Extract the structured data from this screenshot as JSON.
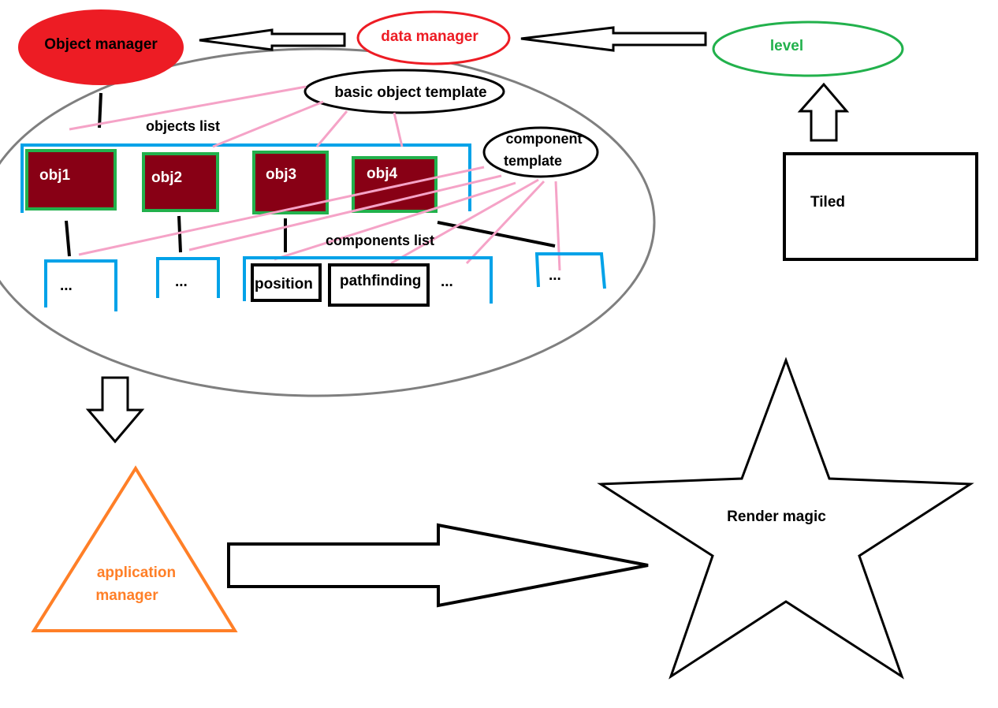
{
  "labels": {
    "object_manager": "Object manager",
    "data_manager": "data manager",
    "level": "level",
    "basic_object_template": "basic object template",
    "objects_list": "objects list",
    "component_template_line1": "component",
    "component_template_line2": "template",
    "obj1": "obj1",
    "obj2": "obj2",
    "obj3": "obj3",
    "obj4": "obj4",
    "components_list": "components list",
    "comp_ellipsis_1": "...",
    "comp_ellipsis_2": "...",
    "position": "position",
    "pathfinding": "pathfinding",
    "comp_ellipsis_3": "...",
    "comp_ellipsis_4": "...",
    "tiled": "Tiled",
    "application_manager_line1": "application",
    "application_manager_line2": "manager",
    "render_magic": "Render magic"
  },
  "colors": {
    "object_manager_fill": "#ed1c24",
    "data_manager": "#ed1c24",
    "level": "#22b14c",
    "object_box_fill": "#880015",
    "object_box_border": "#22b14c",
    "list_bracket": "#00a2e8",
    "template_link": "#f5a3c7",
    "application_manager": "#ff7f27",
    "outline": "#000000",
    "big_ellipse": "#7f7f7f"
  }
}
